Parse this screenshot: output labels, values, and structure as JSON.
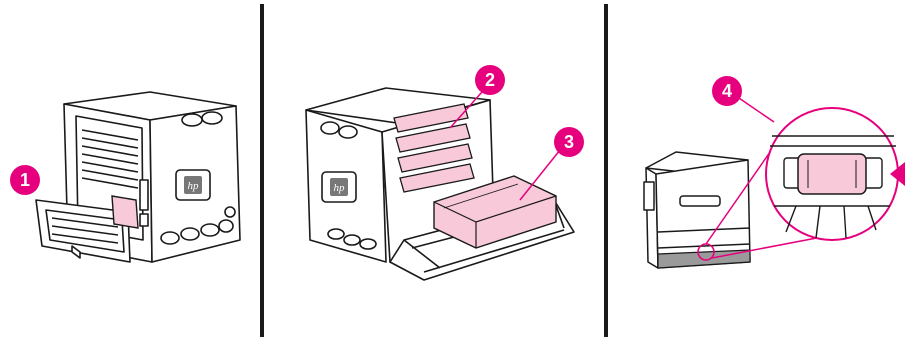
{
  "figure": {
    "callouts": [
      {
        "id": 1,
        "label": "1",
        "part": "duplex-unit-access-door"
      },
      {
        "id": 2,
        "label": "2",
        "part": "print-cartridges-area"
      },
      {
        "id": 3,
        "label": "3",
        "part": "transfer-belt-unit"
      },
      {
        "id": 4,
        "label": "4",
        "part": "tray-pickup-roller"
      }
    ],
    "logo_text": "hp",
    "highlight_color": "#f7c9d9",
    "callout_color": "#e6007e",
    "line_color": "#1a1a1a"
  }
}
